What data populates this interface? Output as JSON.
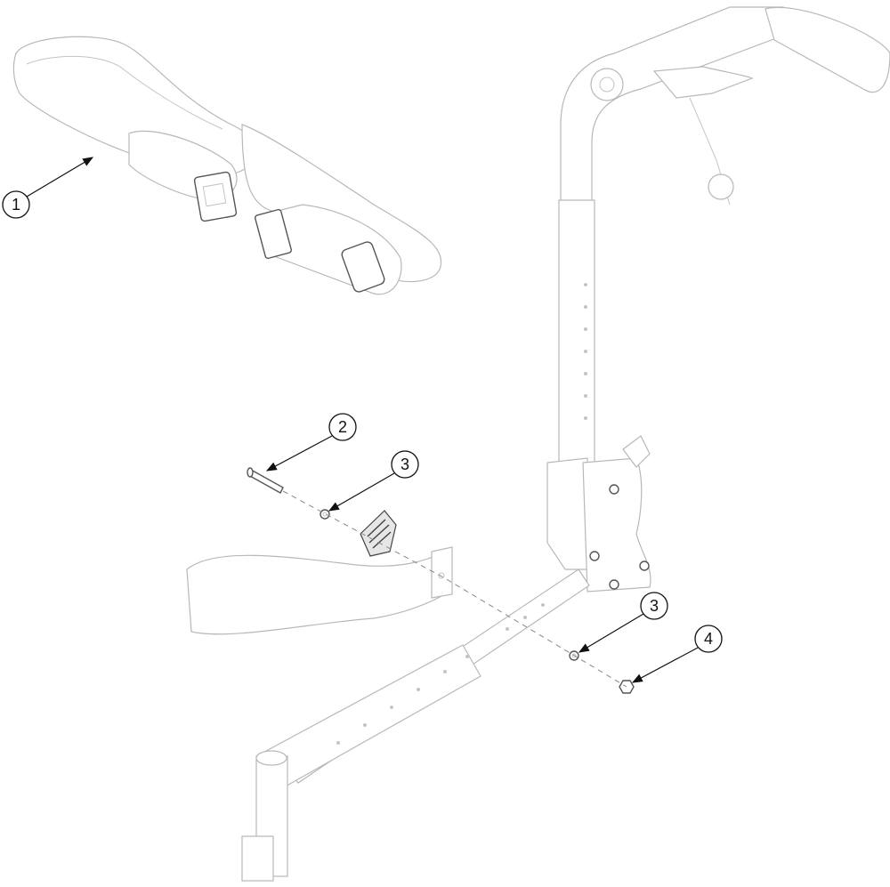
{
  "diagram": {
    "type": "exploded parts diagram",
    "callouts": [
      {
        "label": "1",
        "part": "seat-belt"
      },
      {
        "label": "2",
        "part": "pin"
      },
      {
        "label": "3",
        "part": "washer-upper"
      },
      {
        "label": "3",
        "part": "washer-lower"
      },
      {
        "label": "4",
        "part": "nut"
      }
    ]
  }
}
